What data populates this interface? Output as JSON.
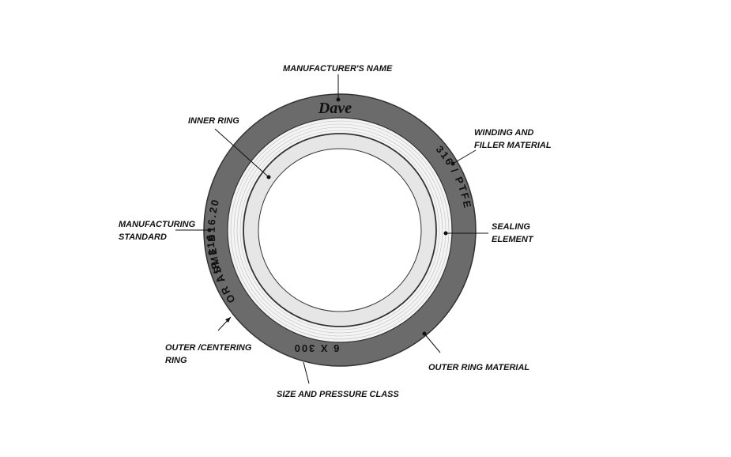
{
  "gasket": {
    "brand": "Dave",
    "winding_marking": "316 / PTFE",
    "standard_marking": "ASME B16.20",
    "outer_ring_marking": "OR / IR 316",
    "size_marking": "6 X 300",
    "colors": {
      "outer_ring": "#6b6b6b",
      "winding": "#f4f4f4",
      "inner_ring": "#e6e6e6",
      "bore": "#ffffff",
      "outline": "#333333"
    }
  },
  "callouts": {
    "manufacturer_name": "MANUFACTURER'S NAME",
    "inner_ring": "INNER RING",
    "winding_line1": "WINDING AND",
    "winding_line2": "FILLER MATERIAL",
    "manufacturing_line1": "MANUFACTURING",
    "manufacturing_line2": "STANDARD",
    "sealing_line1": "SEALING",
    "sealing_line2": "ELEMENT",
    "outer_centering_line1": "OUTER /CENTERING",
    "outer_centering_line2": "RING",
    "outer_ring_material": "OUTER RING MATERIAL",
    "size_pressure": "SIZE AND PRESSURE CLASS"
  }
}
